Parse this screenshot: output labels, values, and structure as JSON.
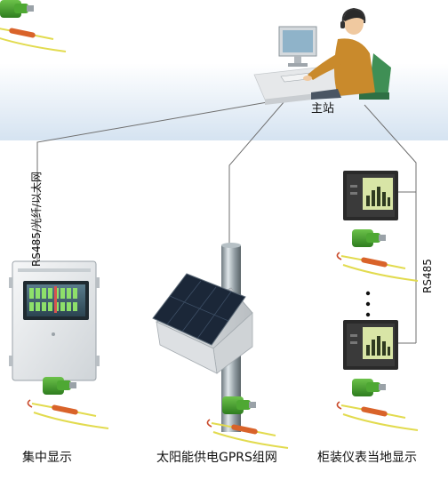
{
  "nodes": {
    "master_station": "主站",
    "central_display": "集中显示",
    "solar_gprs": "太阳能供电GPRS组网",
    "cabinet_meter": "柜装仪表当地显示"
  },
  "links": {
    "left": "RS485/光纤/以太网",
    "right": "RS485"
  },
  "colors": {
    "sky_top": "#dfe9f4",
    "sensor_green": "#3c9a2a",
    "probe_orange": "#d9632a",
    "cable_yellow": "#e2db4f",
    "operator_shirt": "#c98a2c",
    "chair_green": "#3f8f55"
  }
}
